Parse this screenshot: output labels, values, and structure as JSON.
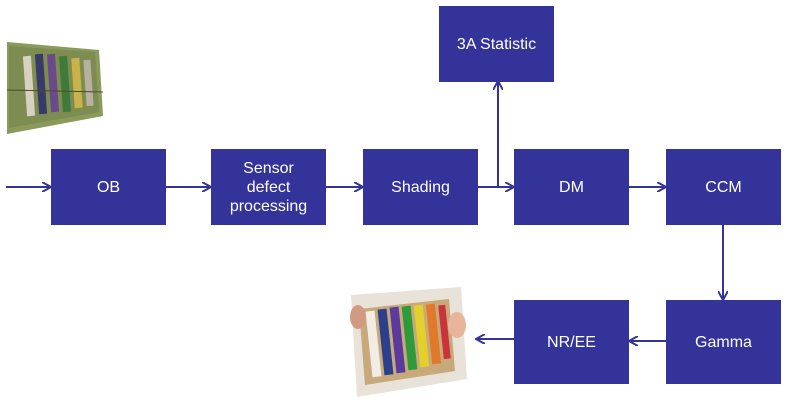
{
  "colors": {
    "block_fill": "#333399",
    "block_text": "#ffffff",
    "arrow": "#333399",
    "background": "#ffffff"
  },
  "blocks": {
    "ob": "OB",
    "sensor_defect": "Sensor\ndefect\nprocessing",
    "shading": "Shading",
    "stat_3a": "3A Statistic",
    "dm": "DM",
    "ccm": "CCM",
    "gamma": "Gamma",
    "nr_ee": "NR/EE"
  },
  "images": {
    "input": "raw-color-pencils-image",
    "output": "processed-color-pencils-image"
  }
}
